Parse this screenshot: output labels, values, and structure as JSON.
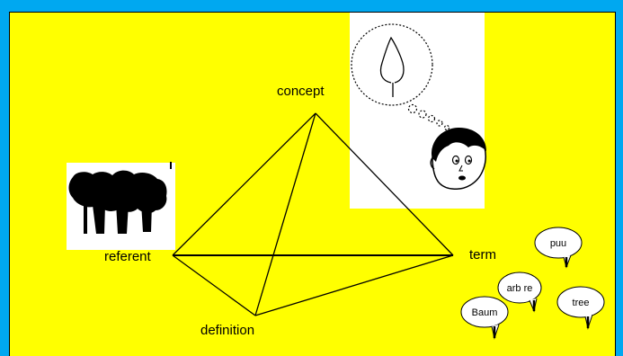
{
  "colors": {
    "background": "#00a8f0",
    "panel": "#ffff00",
    "ink": "#000000"
  },
  "diagram": {
    "nodes": {
      "concept": "concept",
      "referent": "referent",
      "term": "term",
      "definition": "definition"
    },
    "speech_bubbles": [
      "puu",
      "arb re",
      "tree",
      "Baum"
    ],
    "icons": [
      "trees-icon",
      "thought-bubble-icon",
      "tree-sketch-icon",
      "boy-face-icon"
    ]
  }
}
